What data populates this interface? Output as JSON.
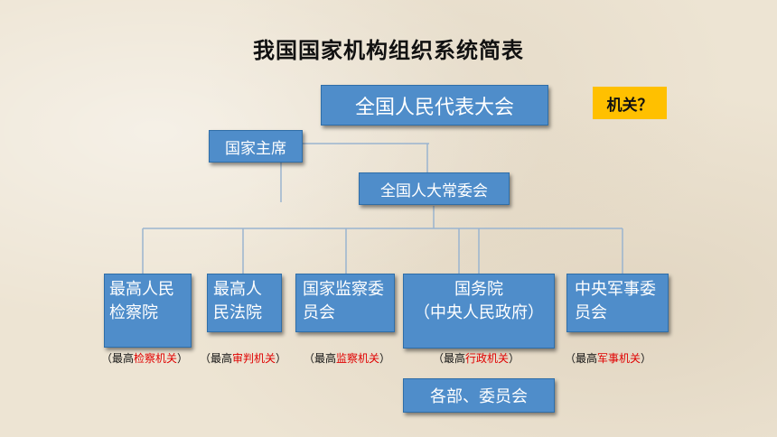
{
  "title": "我国国家机构组织系统简表",
  "note": "机关？",
  "nodes": {
    "npc": "全国人民代表大会",
    "president": "国家主席",
    "npc_standing": "全国人大常委会",
    "procuratorate": "最高人民检察院",
    "court": "最高人民法院",
    "supervision": "国家监察委员会",
    "state_council_line1": "国务院",
    "state_council_line2": "（中央人民政府）",
    "military": "中央军事委员会",
    "ministries": "各部、委员会"
  },
  "captions": {
    "procuratorate": {
      "open": "（最高",
      "red": "检察机关",
      "close": "）"
    },
    "court": {
      "open": "（最高",
      "red": "审判机关",
      "close": "）"
    },
    "supervision": {
      "open": "（最高",
      "red": "监察机关",
      "close": "）"
    },
    "state_council": {
      "open": "（最高",
      "red": "行政机关",
      "close": "）"
    },
    "military": {
      "open": "（最高",
      "red": "军事机关",
      "close": "）"
    }
  }
}
